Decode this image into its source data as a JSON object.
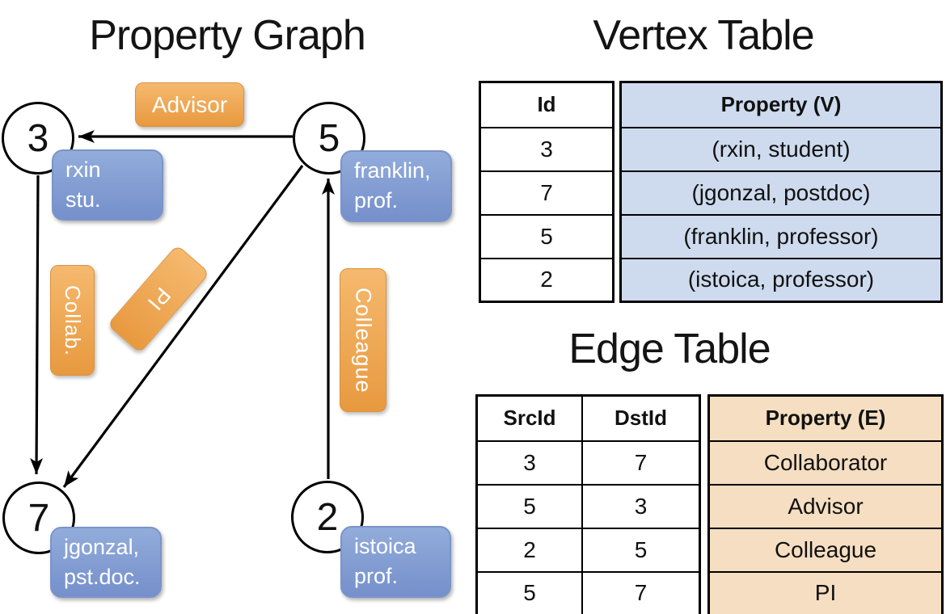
{
  "graph": {
    "title": "Property Graph",
    "nodes": [
      {
        "label": "3"
      },
      {
        "label": "5"
      },
      {
        "label": "7"
      },
      {
        "label": "2"
      }
    ],
    "edge_labels": {
      "advisor": "Advisor",
      "collab": "Collab.",
      "pi": "PI",
      "colleague": "Colleague"
    },
    "vertex_boxes": [
      {
        "line1": "rxin",
        "line2": "stu."
      },
      {
        "line1": "franklin,",
        "line2": "prof."
      },
      {
        "line1": "jgonzal,",
        "line2": "pst.doc."
      },
      {
        "line1": "istoica",
        "line2": "prof."
      }
    ]
  },
  "vertex_table": {
    "title": "Vertex Table",
    "columns": {
      "id": "Id",
      "property": "Property (V)"
    },
    "rows": [
      {
        "id": "3",
        "property": "(rxin, student)"
      },
      {
        "id": "7",
        "property": "(jgonzal, postdoc)"
      },
      {
        "id": "5",
        "property": "(franklin, professor)"
      },
      {
        "id": "2",
        "property": "(istoica, professor)"
      }
    ]
  },
  "edge_table": {
    "title": "Edge Table",
    "columns": {
      "src": "SrcId",
      "dst": "DstId",
      "property": "Property (E)"
    },
    "rows": [
      {
        "src": "3",
        "dst": "7",
        "property": "Collaborator"
      },
      {
        "src": "5",
        "dst": "3",
        "property": "Advisor"
      },
      {
        "src": "2",
        "dst": "5",
        "property": "Colleague"
      },
      {
        "src": "5",
        "dst": "7",
        "property": "PI"
      }
    ]
  },
  "colors": {
    "orange_light": "#F5B96E",
    "orange_dark": "#E8993F",
    "orange_border": "#DC9140",
    "blue_light": "#92ACDB",
    "blue_dark": "#7590CB",
    "blue_border": "#7B94C8",
    "vertex_fill": "#CEDBEE",
    "edge_fill": "#F5DEC1",
    "ink": "#111111"
  }
}
